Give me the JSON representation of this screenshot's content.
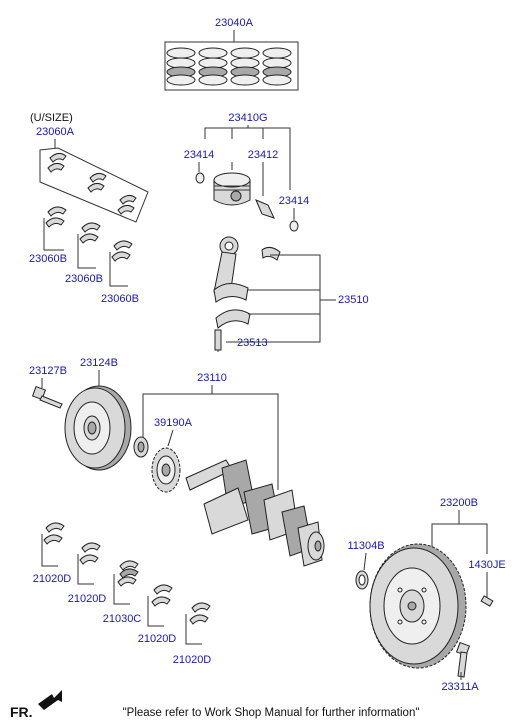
{
  "labels": {
    "ring_set": "23040A",
    "usize": "(U/SIZE)",
    "bearing_set": "23060A",
    "piston_assy": "23410G",
    "pin_clip_left": "23414",
    "piston_pin": "23412",
    "pin_clip_right": "23414",
    "bearing_b1": "23060B",
    "bearing_b2": "23060B",
    "bearing_b3": "23060B",
    "conrod_assy": "23510",
    "conrod_bolt": "23513",
    "pulley_bolt": "23127B",
    "damper_pulley": "23124B",
    "crankshaft": "23110",
    "sprocket": "39190A",
    "thrust_1": "21020D",
    "thrust_2": "21020D",
    "main_bearing": "21030C",
    "thrust_3": "21020D",
    "thrust_4": "21020D",
    "flywheel_assy": "23200B",
    "pilot_bearing": "11304B",
    "dowel": "1430JE",
    "flywheel_bolt": "23311A"
  },
  "footer": {
    "fr": "FR.",
    "note": "\"Please refer to Work Shop Manual for further information\""
  },
  "colors": {
    "label_link": "#1a1aa8",
    "part_fill": "#d9d9d9",
    "outline": "#222222"
  }
}
